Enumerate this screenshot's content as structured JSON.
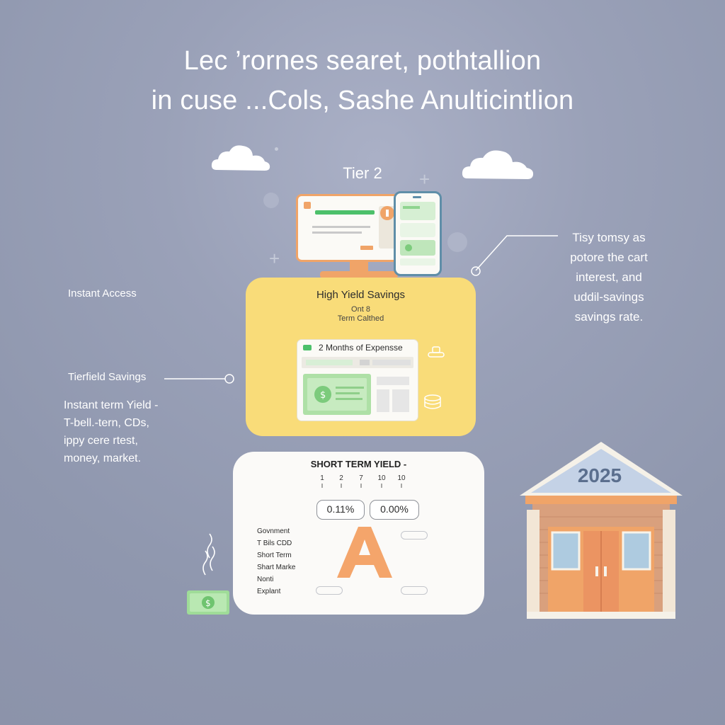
{
  "headline": {
    "line1": "Lec ’rornes searet, pothtallion",
    "line2": "in cuse ...Cols, Sashe Anulticintlion"
  },
  "tier_label": "Tier 2",
  "yellow_card": {
    "title": "High Yield Savings",
    "line1": "Ont 8",
    "line2": "Term Calthed",
    "panel_label": "2 Months of Expensse"
  },
  "white_card": {
    "title": "SHORT TERM YIELD -",
    "ticks": [
      "1",
      "2",
      "7",
      "10",
      "10"
    ],
    "rate_left": "0.11%",
    "rate_right": "0.00%",
    "items": [
      "Govnment",
      "T Bils CDD",
      "Short Term",
      "Shart Marke",
      "Nonti",
      "Explant"
    ]
  },
  "left_side": {
    "instant_access": "Instant Access",
    "tiered_savings": "Tierfield Savings",
    "list": [
      "Instant term Yield -",
      "T-bell.-tern, CDs,",
      "ippy cere rtest,",
      "money, market."
    ]
  },
  "right_note": {
    "lines": [
      "Tisy tomsy as",
      "potore the cart",
      "interest, and",
      "uddil-savings",
      "savings rate."
    ]
  },
  "bank": {
    "year": "2025"
  },
  "colors": {
    "background": "#9399b0",
    "yellow": "#f9dc79",
    "orange": "#f0a468",
    "green": "#8fd48f",
    "bank_roof_blue": "#c4d2e6",
    "brick": "#d9a07d"
  }
}
